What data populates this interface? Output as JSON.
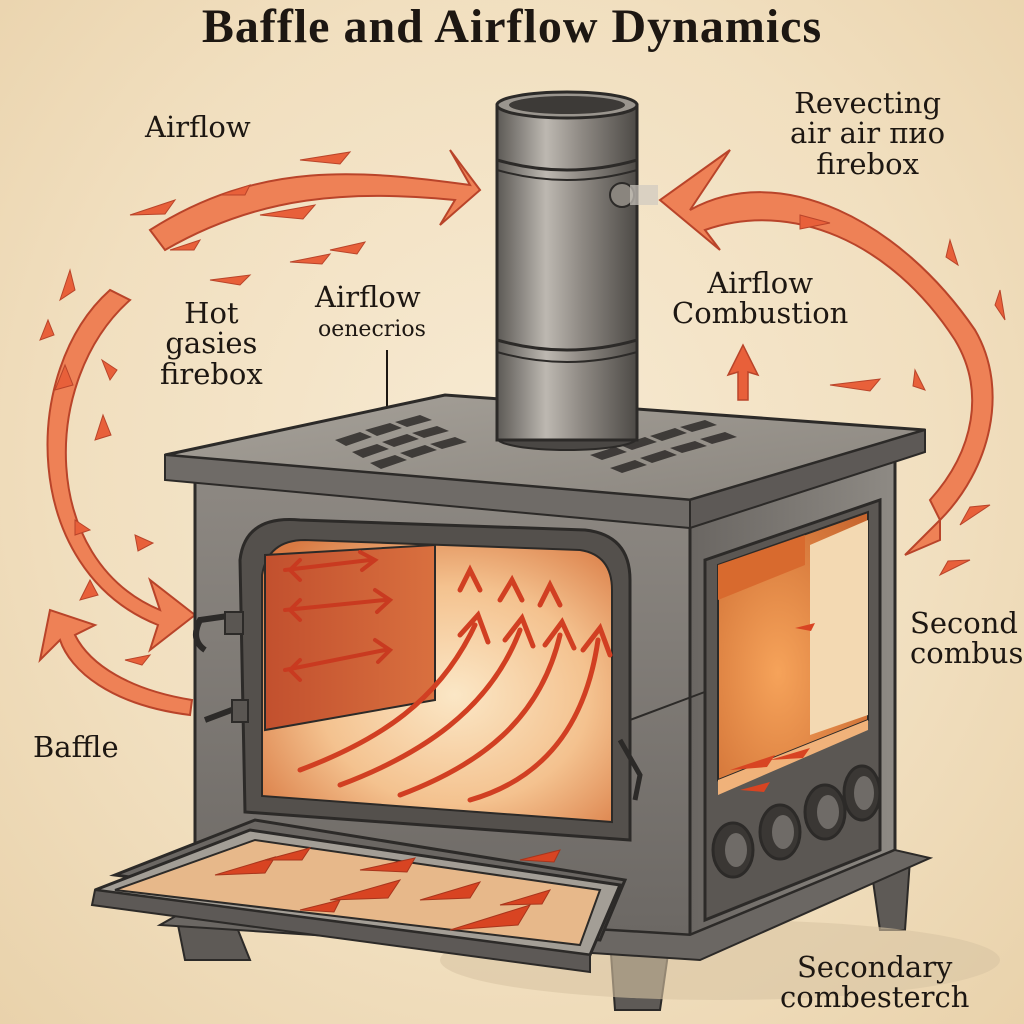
{
  "title": "Baffle and Airflow Dynamics",
  "labels": {
    "airflow_top_left": "Airflow",
    "reflecting": [
      "Revecting",
      "air air πиo",
      "firebox"
    ],
    "hot_gases": [
      "Hot",
      "gasies",
      "firebox"
    ],
    "airflow_center": "Airflow",
    "airflow_center_sub": "οenecrios",
    "airflow_combustion": [
      "Airflow",
      "Combustion"
    ],
    "secondary_right": [
      "Second",
      "combus"
    ],
    "baffle": "Baffle",
    "secondary_bottom": [
      "Secondary",
      "combesterch"
    ]
  },
  "colors": {
    "arrow_fill": "#ee8156",
    "arrow_stroke": "#c64a2a",
    "stove_body": "#7f7b76",
    "stove_dark": "#4a4744",
    "firebox_glow": "#e9884f",
    "paper": "#f3e3c6"
  }
}
